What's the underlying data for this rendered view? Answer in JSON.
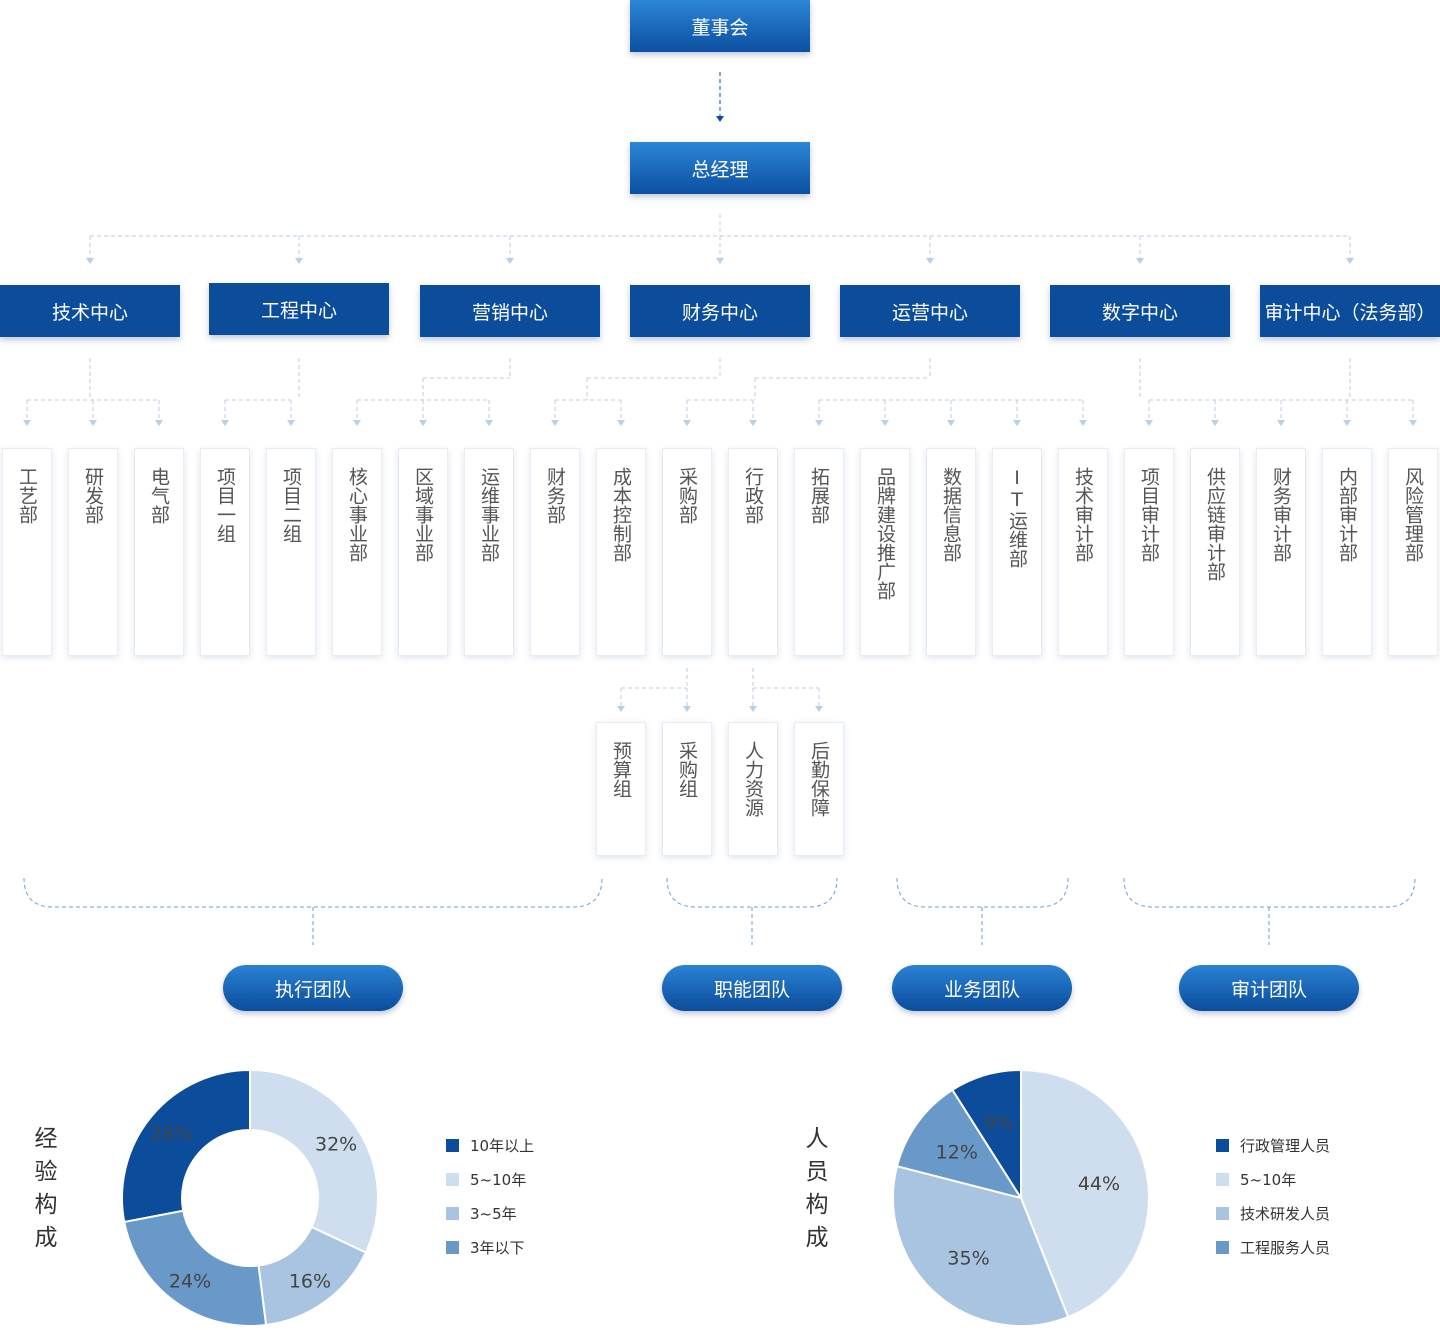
{
  "board": "董事会",
  "gm": "总经理",
  "centers": [
    "技术中心",
    "工程中心",
    "营销中心",
    "财务中心",
    "运营中心",
    "数字中心",
    "审计中心（法务部）"
  ],
  "departments": [
    "工艺部",
    "研发部",
    "电气部",
    "项目一组",
    "项目二组",
    "核心事业部",
    "区域事业部",
    "运维事业部",
    "财务部",
    "成本控制部",
    "采购部",
    "行政部",
    "拓展部",
    "品牌建设推广部",
    "数据信息部",
    "IT运维部",
    "技术审计部",
    "项目审计部",
    "供应链审计部",
    "财务审计部",
    "内部审计部",
    "风险管理部"
  ],
  "subgroups": [
    "预算组",
    "采购组",
    "人力资源",
    "后勤保障"
  ],
  "teams": [
    "执行团队",
    "职能团队",
    "业务团队",
    "审计团队"
  ],
  "colors": {
    "dark": "#0b4c9b",
    "light": "#cfdeee",
    "mid_light": "#a9c4e0",
    "mid": "#6899c8",
    "line": "#b9cfe5"
  },
  "chart_data": [
    {
      "type": "pie",
      "title": "经验构成",
      "donut": true,
      "categories": [
        "10年以上",
        "5~10年",
        "3~5年",
        "3年以下"
      ],
      "values": [
        28,
        32,
        16,
        24
      ],
      "labels": [
        "28%",
        "32%",
        "16%",
        "24%"
      ],
      "colors": [
        "#0b4c9b",
        "#cfdeee",
        "#a9c4e0",
        "#6899c8"
      ],
      "legend": "right"
    },
    {
      "type": "pie",
      "title": "人员构成",
      "donut": false,
      "categories": [
        "行政管理人员",
        "5~10年",
        "技术研发人员",
        "工程服务人员"
      ],
      "values": [
        9,
        44,
        35,
        12
      ],
      "labels": [
        "9%",
        "44%",
        "35%",
        "12%"
      ],
      "colors": [
        "#0b4c9b",
        "#cfdeee",
        "#a9c4e0",
        "#6899c8"
      ],
      "legend": "right"
    }
  ]
}
